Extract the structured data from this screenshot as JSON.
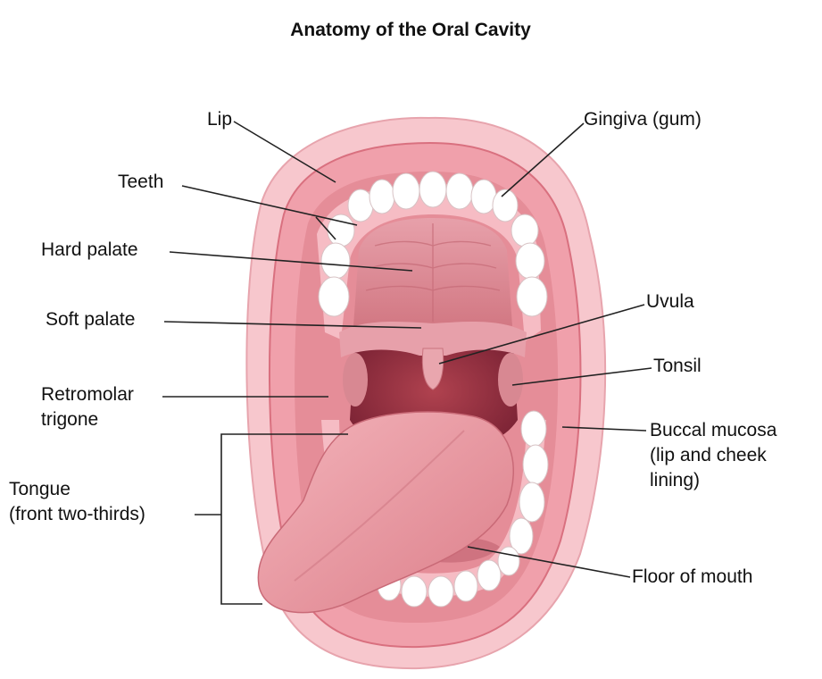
{
  "title": "Anatomy of the Oral Cavity",
  "labels": {
    "lip": "Lip",
    "gingiva": "Gingiva (gum)",
    "teeth": "Teeth",
    "hard_palate": "Hard palate",
    "uvula": "Uvula",
    "soft_palate": "Soft palate",
    "tonsil": "Tonsil",
    "retromolar_line1": "Retromolar",
    "retromolar_line2": "trigone",
    "buccal_line1": "Buccal mucosa",
    "buccal_line2": "(lip and cheek",
    "buccal_line3": "lining)",
    "tongue_line1": "Tongue",
    "tongue_line2": "(front two-thirds)",
    "floor": "Floor of mouth"
  },
  "colors": {
    "lip": "#f2a9b3",
    "lip_dark": "#d9707f",
    "gum": "#f4b8c0",
    "palate": "#dc8893",
    "throat": "#9a3346",
    "tongue": "#e99aa3",
    "tooth": "#ffffff"
  }
}
